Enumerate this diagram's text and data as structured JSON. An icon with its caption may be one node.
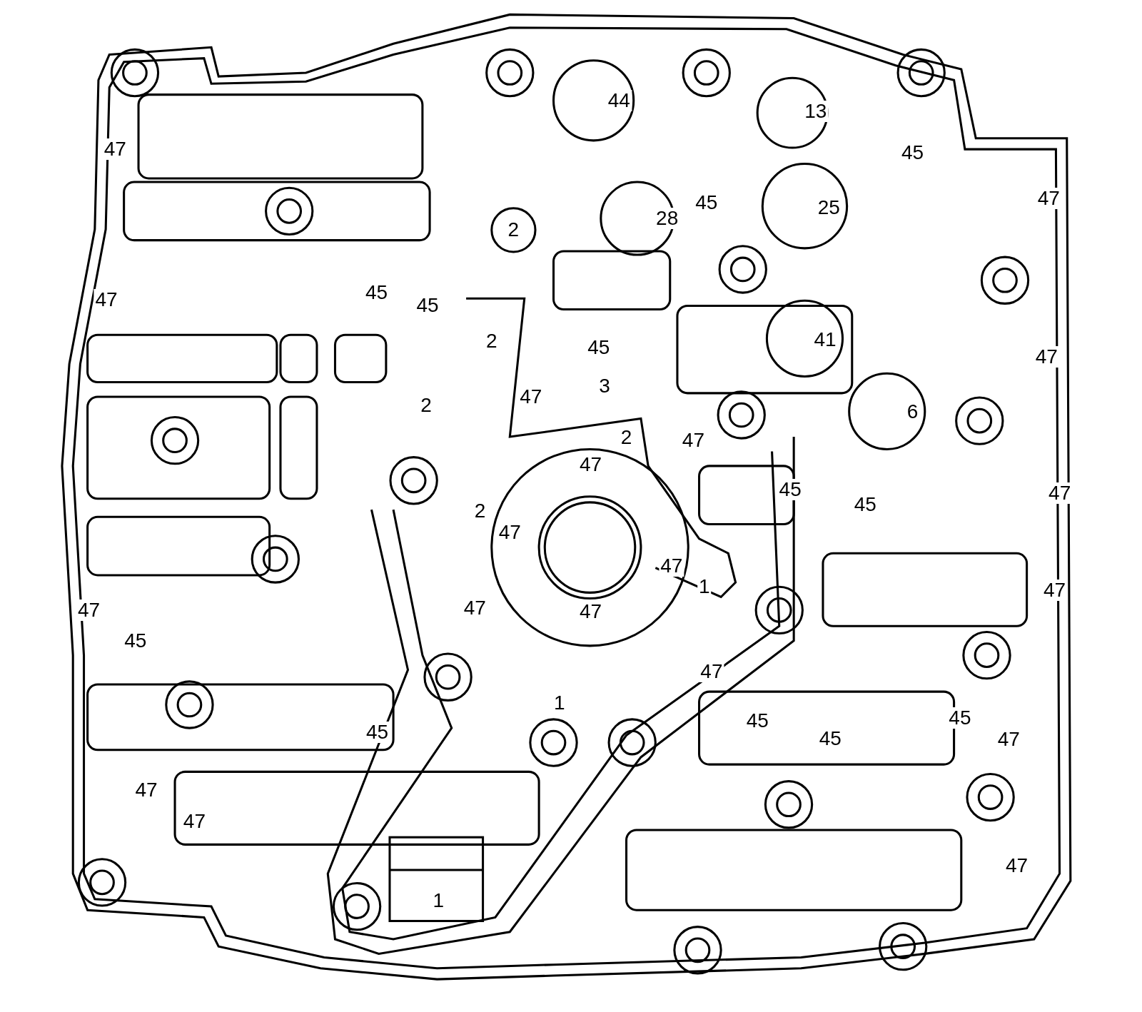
{
  "diagram": {
    "labels": [
      "44",
      "13",
      "47",
      "45",
      "28",
      "45",
      "25",
      "47",
      "2",
      "45",
      "47",
      "45",
      "2",
      "41",
      "45",
      "47",
      "3",
      "47",
      "2",
      "6",
      "2",
      "47",
      "47",
      "45",
      "47",
      "45",
      "2",
      "47",
      "47",
      "1",
      "47",
      "47",
      "47",
      "47",
      "45",
      "47",
      "1",
      "45",
      "45",
      "45",
      "45",
      "47",
      "47",
      "47",
      "47",
      "1"
    ]
  }
}
